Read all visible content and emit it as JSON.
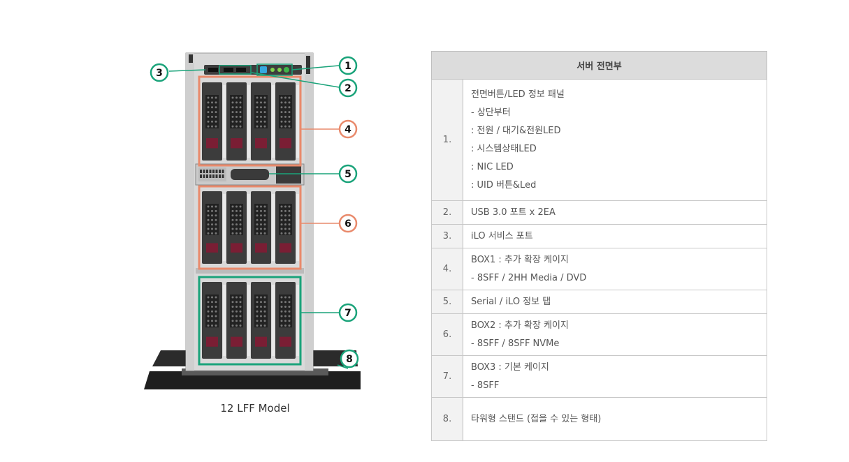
{
  "figure": {
    "caption": "12 LFF Model",
    "callouts": [
      {
        "id": "1",
        "color": "#1aa37a"
      },
      {
        "id": "2",
        "color": "#1aa37a"
      },
      {
        "id": "3",
        "color": "#1aa37a"
      },
      {
        "id": "4",
        "color": "#e98a6c"
      },
      {
        "id": "5",
        "color": "#1aa37a"
      },
      {
        "id": "6",
        "color": "#e98a6c"
      },
      {
        "id": "7",
        "color": "#1aa37a"
      },
      {
        "id": "8",
        "color": "#1aa37a"
      }
    ]
  },
  "table": {
    "header": "서버 전면부",
    "rows": [
      {
        "num": "1.",
        "lines": [
          "전면버튼/LED 정보 패널",
          "-    상단부터",
          ": 전원 / 대기&전원LED",
          ": 시스템상태LED",
          ": NIC LED",
          ": UID 버튼&Led"
        ]
      },
      {
        "num": "2.",
        "lines": [
          "USB 3.0 포트 x 2EA"
        ]
      },
      {
        "num": "3.",
        "lines": [
          "iLO 서비스 포트"
        ]
      },
      {
        "num": "4.",
        "lines": [
          "BOX1 : 추가 확장 케이지",
          "- 8SFF / 2HH Media  / DVD"
        ]
      },
      {
        "num": "5.",
        "lines": [
          "Serial / iLO 정보 탭"
        ]
      },
      {
        "num": "6.",
        "lines": [
          "BOX2 : 추가 확장 케이지",
          "- 8SFF / 8SFF NVMe"
        ]
      },
      {
        "num": "7.",
        "lines": [
          "BOX3 : 기본 케이지",
          "- 8SFF"
        ]
      },
      {
        "num": "8.",
        "lines": [
          "타워형 스탠드 (접을 수 있는 형태)"
        ]
      }
    ]
  }
}
